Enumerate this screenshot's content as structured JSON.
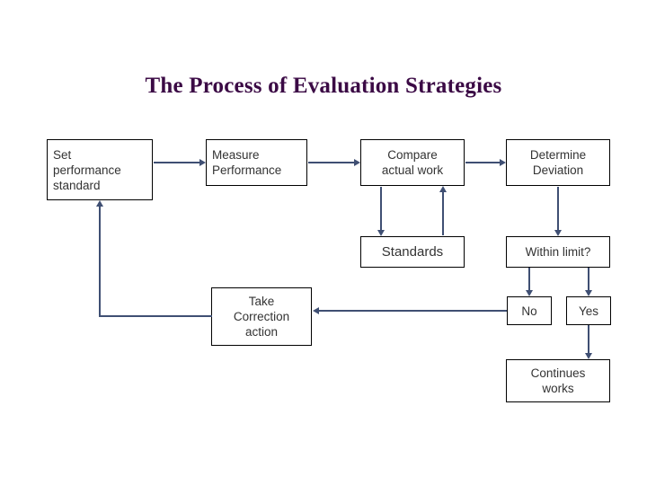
{
  "title": "The Process of Evaluation Strategies",
  "colors": {
    "title": "#3b0a45",
    "box_border": "#000000",
    "box_text": "#333333",
    "connector": "#3f4f73",
    "background": "#ffffff"
  },
  "diagram": {
    "type": "flowchart",
    "boxes": [
      {
        "id": "set-performance-standard",
        "label": "Set\nperformance\nstandard",
        "align": "left"
      },
      {
        "id": "measure-performance",
        "label": "Measure\nPerformance",
        "align": "left"
      },
      {
        "id": "compare-actual-work",
        "label": "Compare\nactual work",
        "align": "center"
      },
      {
        "id": "determine-deviation",
        "label": "Determine\nDeviation",
        "align": "center"
      },
      {
        "id": "standards",
        "label": "Standards",
        "align": "center"
      },
      {
        "id": "within-limit",
        "label": "Within limit?",
        "align": "center"
      },
      {
        "id": "take-correction-action",
        "label": "Take\nCorrection\naction",
        "align": "center"
      },
      {
        "id": "no",
        "label": "No",
        "align": "center"
      },
      {
        "id": "yes",
        "label": "Yes",
        "align": "center"
      },
      {
        "id": "continues-works",
        "label": "Continues\nworks",
        "align": "center"
      }
    ],
    "connections": [
      {
        "from": "set-performance-standard",
        "to": "measure-performance",
        "direction": "right"
      },
      {
        "from": "measure-performance",
        "to": "compare-actual-work",
        "direction": "right"
      },
      {
        "from": "compare-actual-work",
        "to": "determine-deviation",
        "direction": "right"
      },
      {
        "from": "compare-actual-work",
        "to": "standards",
        "direction": "down"
      },
      {
        "from": "standards",
        "to": "compare-actual-work",
        "direction": "up"
      },
      {
        "from": "determine-deviation",
        "to": "within-limit",
        "direction": "down"
      },
      {
        "from": "within-limit",
        "to": "no",
        "direction": "down"
      },
      {
        "from": "within-limit",
        "to": "yes",
        "direction": "down"
      },
      {
        "from": "no",
        "to": "take-correction-action",
        "direction": "left"
      },
      {
        "from": "yes",
        "to": "continues-works",
        "direction": "down"
      },
      {
        "from": "take-correction-action",
        "to": "set-performance-standard",
        "direction": "up"
      }
    ]
  }
}
